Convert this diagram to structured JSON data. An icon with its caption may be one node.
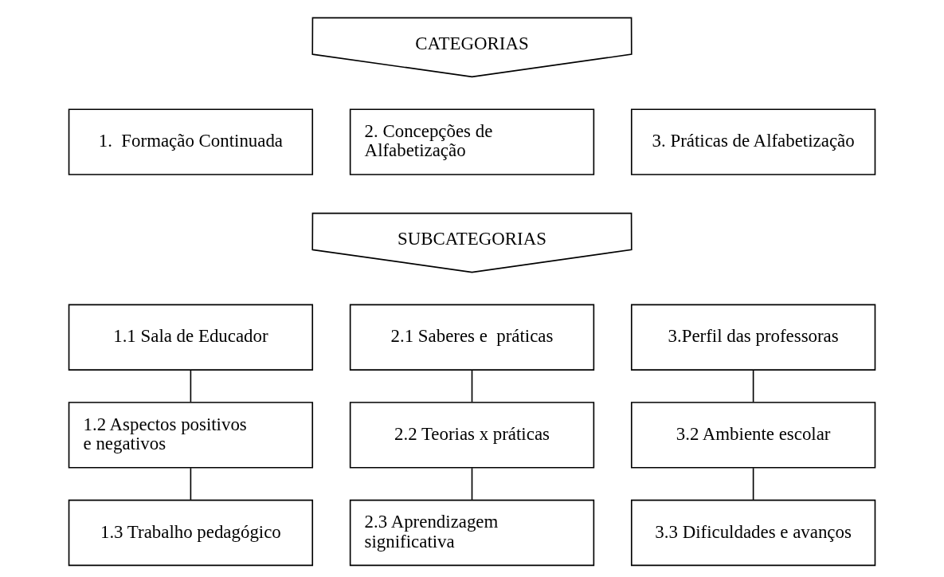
{
  "diagram": {
    "nodes": [
      {
        "text": [
          "CATEGORIAS"
        ]
      },
      {
        "text": [
          "1.  Formação Continuada"
        ]
      },
      {
        "text": [
          "2. Concepções de Alfabetização"
        ]
      },
      {
        "text": [
          "3. Práticas de Alfabetização"
        ]
      },
      {
        "text": [
          "SUBCATEGORIAS"
        ]
      },
      {
        "text": [
          "1.1 Sala de Educador"
        ]
      },
      {
        "text": [
          "2.1 Saberes e  práticas"
        ]
      },
      {
        "text": [
          "3.Perfil das professoras"
        ]
      },
      {
        "text": [
          "1.2 Aspectos positivos e negativos"
        ]
      },
      {
        "text": [
          "2.2 Teorias x práticas"
        ]
      },
      {
        "text": [
          "3.2 Ambiente escolar"
        ]
      },
      {
        "text": [
          "1.3 Trabalho pedagógico"
        ]
      },
      {
        "text": [
          "2.3 Aprendizagem significativa"
        ]
      },
      {
        "text": [
          "3.3 Dificuldades e avanços"
        ]
      }
    ],
    "edges": [
      {
        "from": 5,
        "to": 8,
        "arrow": "none"
      },
      {
        "from": 8,
        "to": 11,
        "arrow": "none"
      },
      {
        "from": 6,
        "to": 9,
        "arrow": "none"
      },
      {
        "from": 9,
        "to": 12,
        "arrow": "none"
      },
      {
        "from": 7,
        "to": 10,
        "arrow": "none"
      },
      {
        "from": 10,
        "to": 13,
        "arrow": "none"
      }
    ]
  }
}
